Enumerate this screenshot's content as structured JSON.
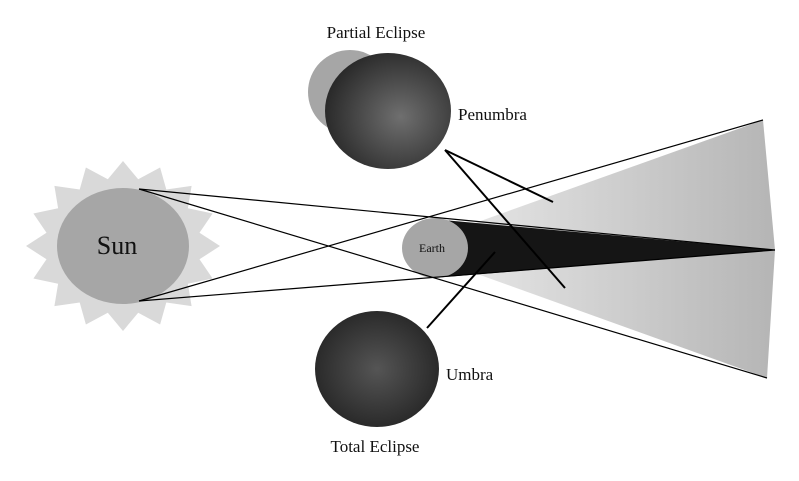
{
  "labels": {
    "sun": "Sun",
    "earth": "Earth",
    "partial_eclipse": "Partial Eclipse",
    "penumbra": "Penumbra",
    "umbra": "Umbra",
    "total_eclipse": "Total Eclipse"
  },
  "colors": {
    "sun_halo": "#d9d9d9",
    "sun_body": "#a6a6a6",
    "earth": "#a6a6a6",
    "penumbra_light": "#efefef",
    "penumbra_dark": "#b5b5b5",
    "umbra": "#151515",
    "moon_dark": "#2e2e2e",
    "moon_light": "#707070",
    "partial_sun_disk": "#a6a6a6"
  }
}
